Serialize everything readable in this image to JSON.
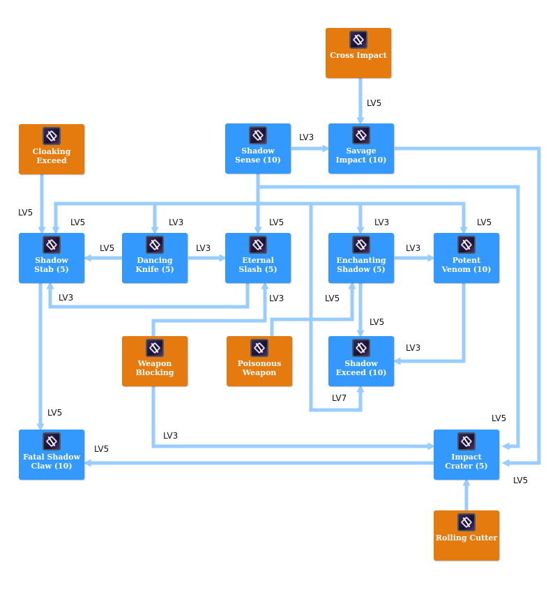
{
  "colors": {
    "passive_node": "#3399ff",
    "active_node": "#e57a0f",
    "connector": "#99ccff",
    "label_text": "#111111"
  },
  "nodes": {
    "cross_impact": {
      "label": "Cross Impact",
      "kind": "orange",
      "icon": "crossed-blades-icon"
    },
    "cloaking_exceed": {
      "label": "Cloaking\nExceed",
      "kind": "orange",
      "icon": "cloak-emblem-icon"
    },
    "shadow_sense": {
      "label": "Shadow\nSense (10)",
      "kind": "blue",
      "icon": "shadow-sense-icon"
    },
    "savage_impact": {
      "label": "Savage\nImpact (10)",
      "kind": "blue",
      "icon": "crescent-slash-icon"
    },
    "shadow_stab": {
      "label": "Shadow\nStab (5)",
      "kind": "blue",
      "icon": "stab-icon"
    },
    "dancing_knife": {
      "label": "Dancing\nKnife (5)",
      "kind": "blue",
      "icon": "twin-knife-icon"
    },
    "eternal_slash": {
      "label": "Eternal\nSlash (5)",
      "kind": "blue",
      "icon": "eternal-slash-icon"
    },
    "enchanting_shadow": {
      "label": "Enchanting\nShadow (5)",
      "kind": "blue",
      "icon": "enchant-figure-icon"
    },
    "potent_venom": {
      "label": "Potent\nVenom (10)",
      "kind": "blue",
      "icon": "venom-blade-icon"
    },
    "weapon_blocking": {
      "label": "Weapon\nBlocking",
      "kind": "orange",
      "icon": "crossed-swords-icon"
    },
    "poisonous_weapon": {
      "label": "Poisonous\nWeapon",
      "kind": "orange",
      "icon": "poison-sword-icon"
    },
    "shadow_exceed": {
      "label": "Shadow\nExceed (10)",
      "kind": "blue",
      "icon": "shadow-exceed-icon"
    },
    "fatal_shadow_claw": {
      "label": "Fatal Shadow\nClaw (10)",
      "kind": "blue",
      "icon": "claw-icon"
    },
    "impact_crater": {
      "label": "Impact\nCrater (5)",
      "kind": "blue",
      "icon": "crater-icon"
    },
    "rolling_cutter": {
      "label": "Rolling Cutter",
      "kind": "orange",
      "icon": "rolling-blade-icon"
    }
  },
  "edge_labels": [
    "LV5",
    "LV3",
    "LV5",
    "LV5",
    "LV3",
    "LV5",
    "LV3",
    "LV5",
    "LV5",
    "LV3",
    "LV3",
    "LV3",
    "LV3",
    "LV5",
    "LV5",
    "LV3",
    "LV7",
    "LV5",
    "LV5",
    "LV3",
    "LV5",
    "LV5"
  ]
}
